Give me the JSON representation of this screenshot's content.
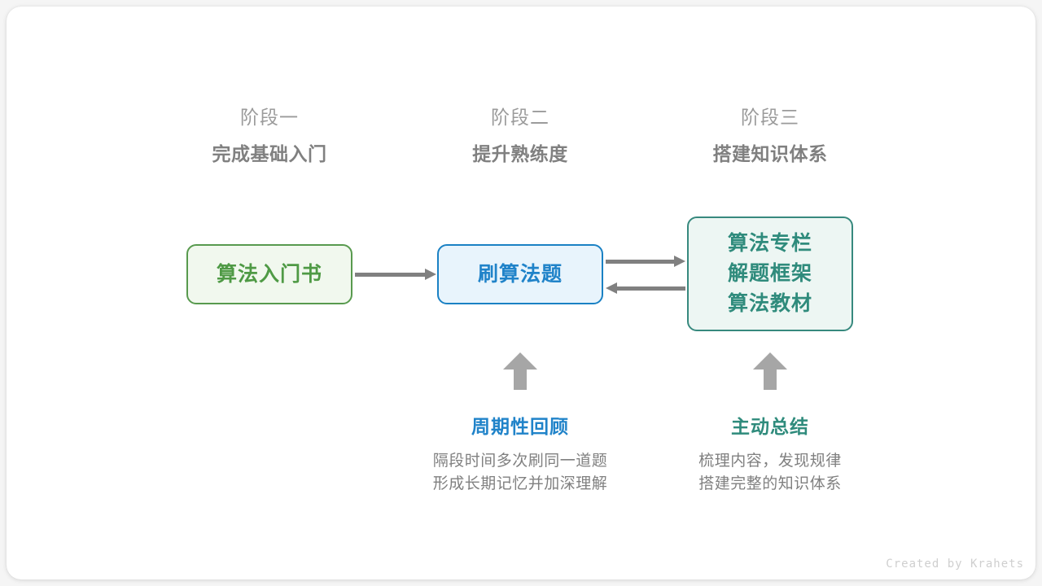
{
  "figure": {
    "background_color": "#f5f5f5",
    "card_color": "#ffffff"
  },
  "stages": [
    {
      "label": "阶段一",
      "title": "完成基础入门"
    },
    {
      "label": "阶段二",
      "title": "提升熟练度"
    },
    {
      "label": "阶段三",
      "title": "搭建知识体系"
    }
  ],
  "nodes": {
    "book": {
      "lines": [
        "算法入门书"
      ],
      "fill": "#f1f8ee",
      "border": "#589a4e",
      "text": "#4f9a45"
    },
    "practice": {
      "lines": [
        "刷算法题"
      ],
      "fill": "#e8f4fc",
      "border": "#1a81c4",
      "text": "#2083c9"
    },
    "resources": {
      "lines": [
        "算法专栏",
        "解题框架",
        "算法教材"
      ],
      "fill": "#edf6f3",
      "border": "#37897e",
      "text": "#2f8b7c"
    }
  },
  "arrows": {
    "color": "#808080",
    "up_arrow_color": "#a6a6a6",
    "book_to_practice": "算法入门书 → 刷算法题",
    "practice_to_resources": "刷算法题 → 算法专栏/解题框架/算法教材",
    "resources_to_practice": "算法专栏/解题框架/算法教材 → 刷算法题"
  },
  "annotations": [
    {
      "title": "周期性回顾",
      "color": "#2083c9",
      "desc": [
        "隔段时间多次刷同一道题",
        "形成长期记忆并加深理解"
      ]
    },
    {
      "title": "主动总结",
      "color": "#2f8b7c",
      "desc": [
        "梳理内容，发现规律",
        "搭建完整的知识体系"
      ]
    }
  ],
  "credit": "Created by Krahets"
}
